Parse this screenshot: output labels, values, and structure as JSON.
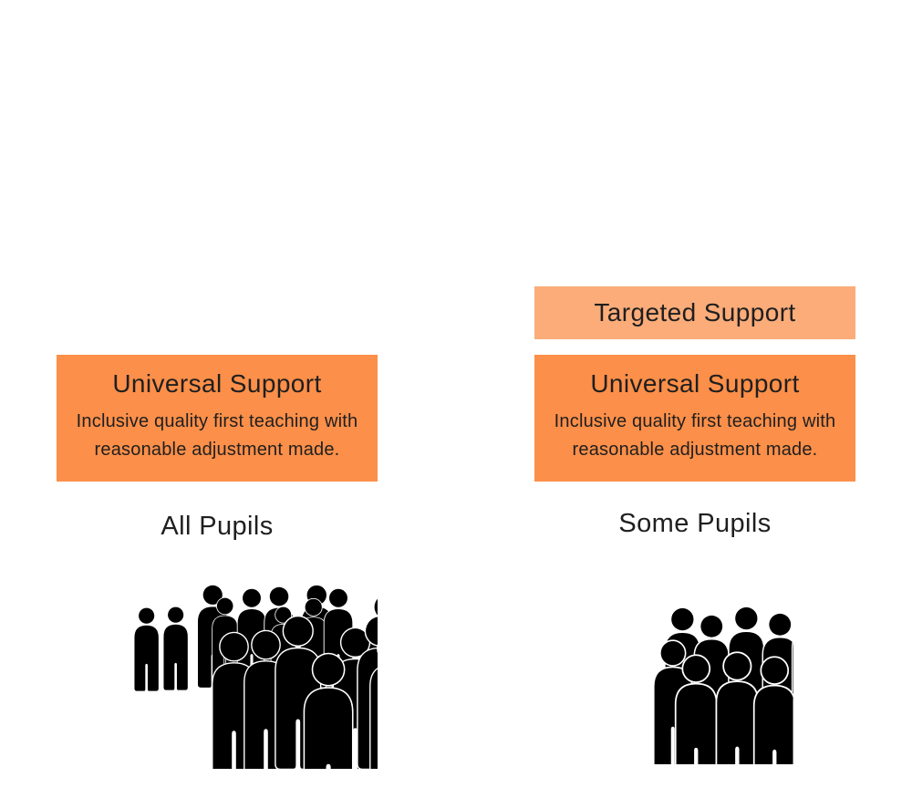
{
  "colors": {
    "universal_box": "#FC8F49",
    "targeted_box": "#FBAC79",
    "text": "#1F1F1F",
    "silhouette": "#000000",
    "background": "#FFFFFF"
  },
  "left_column": {
    "universal_box": {
      "title": "Universal Support",
      "description": "Inclusive quality first teaching with reasonable adjustment made.",
      "lines": [
        "Inclusive quality first teaching with",
        "reasonable adjustment made."
      ]
    },
    "group_label": "All Pupils",
    "crowd": {
      "icon": "crowd-of-people-icon",
      "figure_count": 21
    }
  },
  "right_column": {
    "targeted_box": {
      "title": "Targeted Support"
    },
    "universal_box": {
      "title": "Universal Support",
      "description": "Inclusive quality first teaching with reasonable adjustment made.",
      "lines": [
        "Inclusive quality first teaching with",
        "reasonable adjustment made."
      ]
    },
    "group_label": "Some Pupils",
    "crowd": {
      "icon": "group-of-people-icon",
      "figure_count": 11
    }
  }
}
